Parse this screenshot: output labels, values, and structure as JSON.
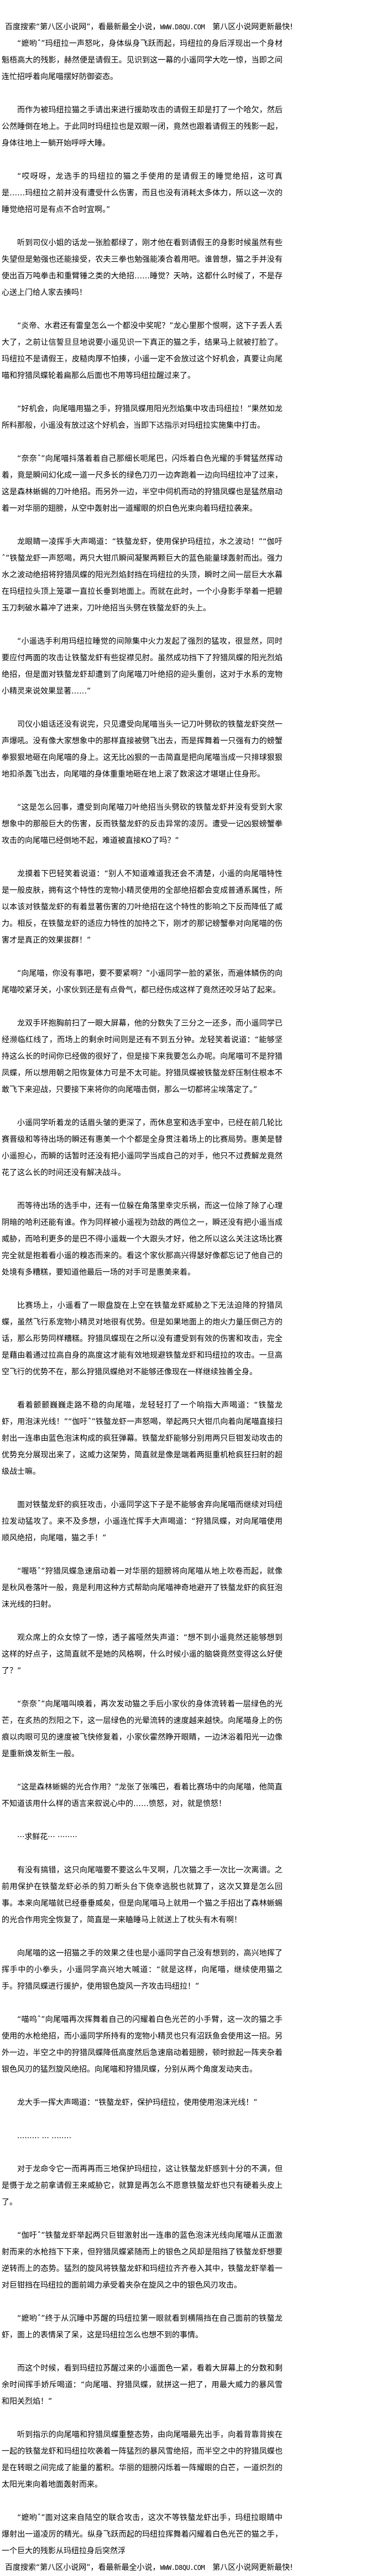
{
  "banner": {
    "text_before": "百度搜索“第八区小说网”，看最新最全小说，",
    "url": "WWW.D8QU.COM",
    "text_after": "第八区小说网更新最快!"
  },
  "paragraphs": [
    "“嬷哟ˆ”玛纽拉一声怒叱，身体纵身飞跃而起，玛纽拉的身后浮现出一个身材魁梧高大的残影，赫然便是请假王。见识到这一幕的小遥同学大吃一惊，当即之间连忙招呼着向尾喵摆好防御姿态。",
    "而作为被玛纽拉猫之手请出来进行援助攻击的请假王却是打了一个哈欠，然后公然睡倒在地上。于此同时玛纽拉也是双眼一闭，竟然也跟着请假王的残影一起，身体往地上一躺开始呼呼大睡。",
    "“哎呀呀，龙选手的玛纽拉的猫之手使用的是请假王的睡觉绝招，这可真是……玛纽拉之前并没有遭受什么伤害，而且也没有消耗太多体力，所以这一次的睡觉绝招可是有点不合时宜啊。”",
    "听到司仪小姐的话龙一张脸都绿了，刚才他在看到请假王的身影时候虽然有些失望但是勉强也还能接受，农夫三拳也勉强能凑合着用吧。谁曾想，猫之手并没有使出百万吨拳击和重臂锤之类的大绝招……睡觉？天呐，这都什么时候了，不是存心送上门给人家去揍吗！",
    "“炎帝、水君还有雷皇怎么一个都没中奖呢？”龙心里那个恨啊，这下子丢人丢大了，之前让信誓旦旦地说要小遥见识一下真正的猫之手，结果马上就被打脸了。玛纽拉不是请假王，皮糙肉厚不怕揍，小遥一定不会放过这个好机会，真要让向尾喵和狩猎凤蝶轮着扁那么后面也不用等玛纽拉醒过来了。",
    "“好机会，向尾喵用猫之手，狩猎凤蝶用阳光烈焰集中攻击玛纽拉！”果然如龙所料那般，小遥没有放过这个好机会，当即下达指示对玛纽拉实施集中打击。",
    "“奈奈ˆ”向尾喵抖落着着自己那细长呃尾巴，闪烁着白色光耀的手臂猛然挥动着，竟是瞬间幻化成一道一尺多长的绿色刀刃一边奔跑着一边向玛纽拉冲了过来，这是森林蜥蜴的刀叶绝招。而另外一边，半空中伺机而动的狩猎凤蝶也是猛然扇动着一对华丽的翅膀，从空中轰射出一道耀眼的炽白色光束向着玛纽拉袭来。",
    "龙眼睛一凌挥手大声喝道：“铁螯龙虾，使用保护玛纽拉，水之波动！”“伽吁ˆ”铁螯龙虾一声怒喝，两只大钳爪瞬间凝聚两颗巨大的蓝色能量球轰射而出。强力水之波动绝招将狩猎凤蝶的阳光烈焰封挡在玛纽拉的头顶，瞬时之间一层巨大水幕在玛纽拉头顶上笼罩一直拉长垂到地面上。而就在此时，一个小身影手举着一把碧玉刀刺破水幕冲了进来，刀叶绝招当头劈在铁螯龙虾的头上。",
    "“小遥选手利用玛纽拉睡觉的间隙集中火力发起了强烈的猛攻，很显然，同时要应付两面的攻击让铁螯龙虾有些捉襟见肘。虽然成功挡下了狩猎凤蝶的阳光烈焰绝招，但是面对铁螯龙虾却遭到了向尾喵刀叶绝招的迎头重创，这对于水系的宠物小精灵来说效果显著……”",
    "司仪小姐话还没有说完，只见遭受向尾喵当头一记刀叶劈砍的铁螯龙虾突然一声爆吼。没有像大家想象中的那样直接被劈飞出去，而是挥舞着一只强有力的螃蟹拳狠狠地砸在向尾喵的身上。这无比凶狠的一击简直是把向尾喵当成一只排球狠狠地扣杀轰飞出去，向尾喵的身体重重地砸在地上滚了数滚这才堪堪止住身形。",
    "“这是怎么回事，遭受到向尾喵刀叶绝招当头劈砍的铁螯龙虾并没有受到大家想象中的那般巨大的伤害，反而铁螯龙虾的反击异常的凌厉。遭受一记凶狠螃蟹拳攻击的向尾喵已经倒地不起，难道被直接KO了吗？”",
    "龙摸着下巴轻笑着说道：“别人不知道难道我还会不清楚，小遥的向尾喵特性是一般皮肤，拥有这个特性的宠物小精灵使用的全部绝招都会变成普通系属性，所以本该对铁螯龙虾的有着显著伤害的刀叶绝招在这个特性的影响之下反而降低了威力。相反，在铁螯龙虾的适应力特性的加持之下，刚才的那记螃蟹拳对向尾喵的伤害才是真正的效果拔群！”",
    "“向尾喵，你没有事吧，要不要紧啊？”小遥同学一脸的紧张，而遍体鳞伤的向尾喵咬紧牙关，小家伙到还是有点骨气，都已经伤成这样了竟然还咬牙站了起来。",
    "龙双手环抱胸前扫了一眼大屏幕，他的分数失了三分之一还多，而小遥同学已经濒临红线了，而场上的剩余时间则是还有不到五分钟。龙轻笑着说道：“能够坚持这么长的时间你已经做的很好了，但是接下来我要怎么办呢。向尾喵可不是狩猎凤蝶，所以想用朝之阳恢复体力可是不太可能。狩猎凤蝶被铁螯龙虾压制住根本不敢飞下来迎战，只要接下来将你的向尾喵击倒，那么一切都将尘埃落定了。”",
    "小遥同学听着龙的话眉头皱的更深了，而休息室和选手室中，已经在前几轮比赛晋级和等待出场的瞬还有惠美一个个都是全身贯注着场上的比赛局势。惠美是替小遥担心，而瞬的话暂时还没有把小遥同学当成自己的对手，他只不过费解龙竟然花了这么长的时间还没有解决战斗。",
    "而等待出场的选手中，还有一位躲在角落里幸灾乐祸，而这一位除了除了心理阴暗的哈利还能有谁。作为同样被小遥视为劲敌的两位之一，瞬还没有把小遥当成威胁，而哈利更多的是巴不得小遥栽一个大跟头才好，他之所以这么关注这场比赛完全就是抱着看小遥的糗态而来的。看这个家伙那高兴得瑟好像都忘记了他自己的处境有多糟糕，要知道他最后一场的对手可是惠美来着。",
    "比赛场上，小遥看了一眼盘旋在上空在铁螯龙虾威胁之下无法迫降的狩猎凤蝶，虽然飞行系宠物小精灵对地很有优势。但是如果地面上的炮火力量压倒己方的话，那么形势同样糟糕。狩猎凤蝶现在之所以没有遭受到有效的伤害和攻击，完全是藉由着通过拉高自身的高度这才能有效地规避铁螯龙虾和玛纽拉的攻击。一旦高空飞行的优势不在，那么狩猎凤蝶绝对不能够还像现在一样继续独善全身。",
    "看着颤颤巍巍走路不稳的向尾喵，龙轻轻打了一个响指大声喝道：“铁螯龙虾，用泡沫光线！”“伽吁ˆ”铁螯龙虾一声怒喝，举起两只大钳爪向着向尾喵直接扫射出一连串由蓝色泡沫构成的疯狂弹幕。铁螯龙虾能够分别用两只巨钳发动攻击的优势充分展现出来了，这威力这架势，简直就是像是端着两挺重机枪疯狂扫射的超级战士嘛。",
    "面对铁螯龙虾的疯狂攻击，小遥同学这下子是不能够舍弃向尾喵而继续对玛纽拉发动猛攻了。来不及多想，小遥连忙挥手大声喝道：“狩猎凤蝶，对向尾喵使用顺风绝招，向尾喵，猫之手！”",
    "“喔唔ˆ”狩猎凤蝶急速扇动着一对华丽的翅膀将向尾喵从地上吹卷而起，就像是秋风卷落叶一般，竟是利用这种方式帮助向尾喵神奇地避开了铁螯龙虾的疯狂泡沫光线的扫射。",
    "观众席上的众女惊了一惊，透子酱哑然失声道：“想不到小遥竟然还能够想到这样的好点子，这简直就不是她的风格啊，什么时候小遥的脑袋竟然变得这么好使了？”",
    "“奈奈ˆ”向尾喵叫唤着，再次发动猫之手后小家伙的身体流转着一层绿色的光芒，在炙热的烈阳之下，这一层绿色的光晕流转的速度越来越快。向尾喵身上的伤痕以肉眼可见的速度被飞快修复着，小家伙霍然睁开眼睛，一边沐浴着阳光一边像是重新焕发新生一般。",
    "“这是森林蜥蜴的光合作用？”龙张了张嘴巴，看着比赛场中的向尾喵，他简直不知道该用什么样的语言来叙说心中的……愤怒，对，就是愤怒！",
    " ···求鲜花··· ········",
    "有没有搞错，这只向尾喵要不要这么牛叉啊，几次猫之手一次比一次离谱。之前用保护在铁螯龙虾必杀的剪刀断头台下侥幸逃脱也就算了，这次又算是怎么回事。本来向尾喵就已经垂垂威矣，但是向尾喵马上就用一个猫之手招出了森林蜥蜴的光合作用完全恢复了，简直是一来瞌睡马上就送上了枕头有木有啊！",
    "向尾喵的这一招猫之手的效果之佳也是小遥同学自己没有想到的，高兴地挥了挥手中的小拳头，小遥同学高兴地大喊道：“就是这样，向尾喵，继续使用猫之手。狩猎凤蝶进行援护，使用银色旋风一齐攻击玛纽拉！”",
    "“喵呜ˆ”向尾喵再次挥舞着自己的闪耀着白色光芒的小手臂，这一次的猫之手使用的水枪绝招，而小遥同学所持有的宠物小精灵也只有沼跃鱼会使用这一招。另外一边，半空之中的狩猎凤蝶降低高度然后急速扇动着翅膀，顿时掀起一阵夹杂着银色风刃的猛烈旋风绝招。向尾喵和狩猎凤蝶，分别从两个角度发动夹击。",
    "龙大手一挥大声喝道：“铁螯龙虾，保护玛纽拉，使用使用泡沫光线！”",
    "......... ... ........",
    "对于龙命令它一而再再而三地保护玛纽拉，这让铁螯龙虾感到十分的不满，但是慑于龙之前拿请假王来威胁它，就算是再怎么不愿意铁螯龙虾也只有硬着头皮上了。",
    "“伽吁ˆ”铁螯龙虾举起两只巨钳激射出一连串的蓝色泡沫光线向尾喵从正面激射而来的水枪挡下下来，但狩猎凤蝶紧随而上的银色之风却是阻挡了铁螯龙虾想要逆转而上的态势。猛烈的旋风将铁螯龙虾和玛纽拉齐齐卷入其中，铁螯龙虾举着一对巨钳挡在玛纽拉的面前竭力承受着夹杂在旋风之中的银色风刃攻击。",
    "“嬷哟ˆ”终于从沉睡中苏醒的玛纽拉第一眼就看到横隔挡在自己面前的铁螯龙虾，面上的表情呆了呆，这是玛纽拉怎么也想不到的事情。",
    "而这个时候，看到玛纽拉苏醒过来的小遥面色一紧，看着大屏幕上的分数和剩余时间挥手娇斥喝道：“向尾喵、狩猎凤蝶，就拼这一把了，用最大威力的暴风雪和阳关烈焰！”",
    "听到指示的向尾喵和狩猎凤蝶重整态势，由向尾喵最先出手，向着背靠背挨在一起的铁螯龙虾和玛纽拉吹袭着一阵猛烈的暴风雪绝招，而半空之中的狩猎凤蝶也是在转眼之间完成了能量的蓄积。华丽的翅膀闪烁着一阵耀眼的白芒，一道炽烈的太阳光束向着地面轰射而来。",
    "“嬷哟ˆ”面对这来自陆空的联合攻击，这次不等铁螯龙虾出手，玛纽拉眼睛中爆射出一道凌厉的精光。纵身飞跃而起的玛纽拉挥舞着闪耀着白色光芒的猫之手，一个巨大的残影从玛纽拉身后突然浮"
  ]
}
